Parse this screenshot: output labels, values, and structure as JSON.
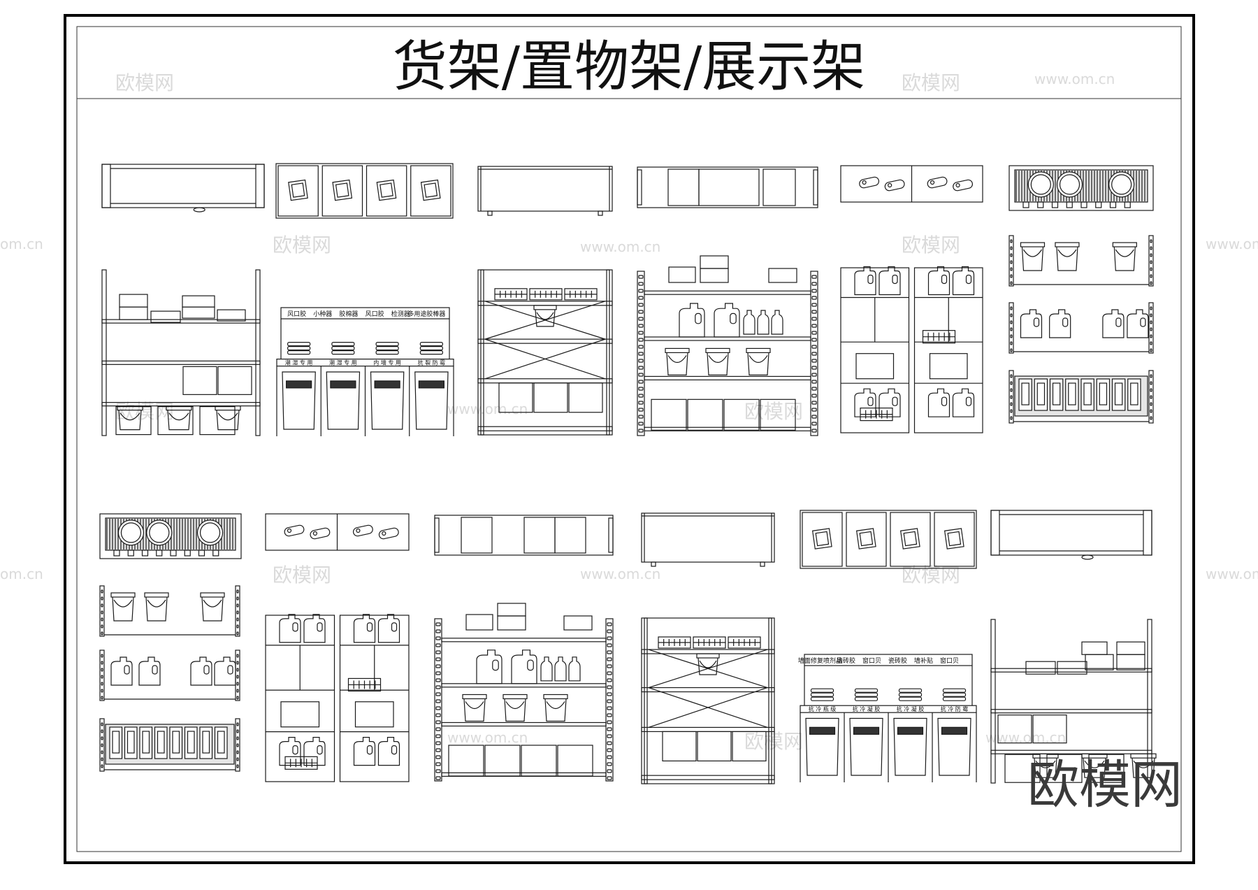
{
  "drawing": {
    "title": "货架/置物架/展示架",
    "stroke_color": "#1a1a1a",
    "frame_color": "#000000",
    "paper_color": "#ffffff"
  },
  "watermarks": {
    "brand": "欧模网",
    "site": "www.om.cn",
    "site_short": "om.cn",
    "corner_logo": "欧模网",
    "color": "#d9d9d9"
  },
  "shelf_signs": {
    "row1_header": [
      "风口胶",
      "小种器",
      "胶棉器",
      "风口胶",
      "检测器",
      "多用途胶棒器"
    ],
    "row1_labels": [
      "潮 湿 专 用",
      "潮 湿 专 用",
      "内 墙 专 用",
      "抗 裂 防 霉"
    ],
    "row2_header": [
      "墙面修复喷剂品",
      "墙砖胶",
      "窗口贝",
      "瓷砖胶",
      "墙补贴",
      "窗口贝"
    ],
    "row2_labels": [
      "抗 冷 瓶 级",
      "抗 冷 凝 胶",
      "抗 冷 凝 胶",
      "抗 冷 防 霉"
    ]
  }
}
